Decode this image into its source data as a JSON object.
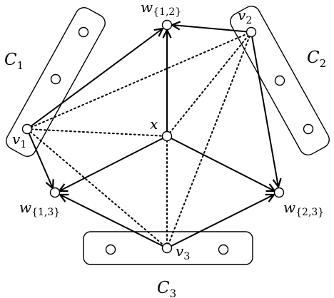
{
  "labels": {
    "C1": "C",
    "C1_sub": "1",
    "C2": "C",
    "C2_sub": "2",
    "C3": "C",
    "C3_sub": "3",
    "v1": "v",
    "v1_sub": "1",
    "v2": "v",
    "v2_sub": "2",
    "v3": "v",
    "v3_sub": "3",
    "x": "x",
    "w12": "w",
    "w12_sub": "{1,2}",
    "w13": "w",
    "w13_sub": "{1,3}",
    "w23": "w",
    "w23_sub": "{2,3}"
  },
  "colors": {
    "stroke": "#000000",
    "node_fill": "#ffffff",
    "background": "#ffffff"
  }
}
